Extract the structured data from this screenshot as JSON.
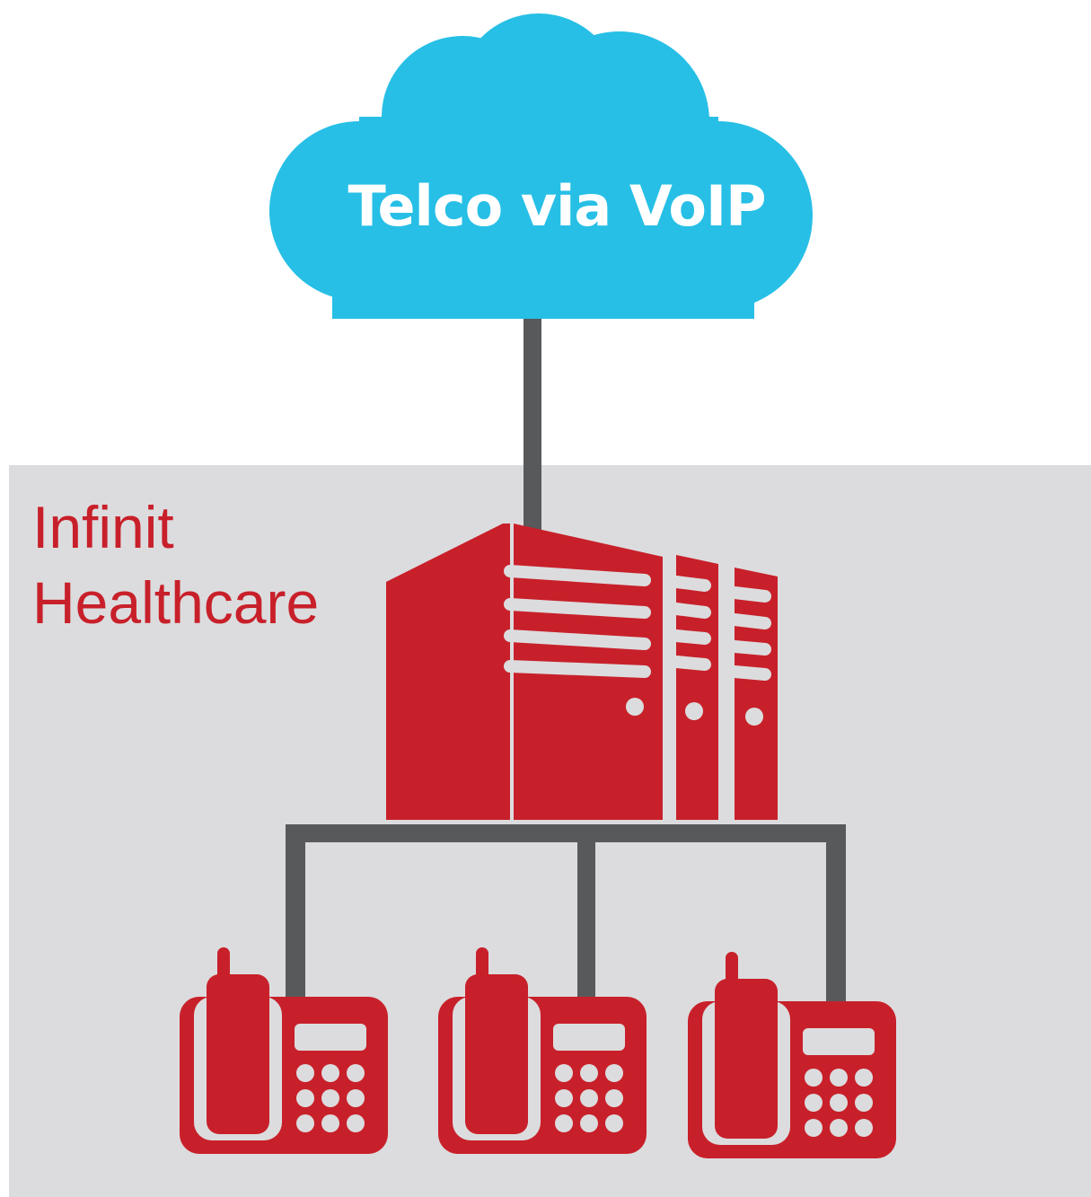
{
  "cloud": {
    "label": "Telco via VoIP"
  },
  "organization": {
    "name_line1": "Infinit",
    "name_line2": "Healthcare"
  },
  "colors": {
    "cloud": "#27bfe6",
    "accent_red": "#c8202a",
    "connector": "#58595b",
    "zone_background": "#dcdcde",
    "cutout": "#dcdcde"
  },
  "icons": {
    "server": "server-rack-icon",
    "phones": [
      "desk-phone-icon",
      "desk-phone-icon",
      "desk-phone-icon"
    ]
  }
}
